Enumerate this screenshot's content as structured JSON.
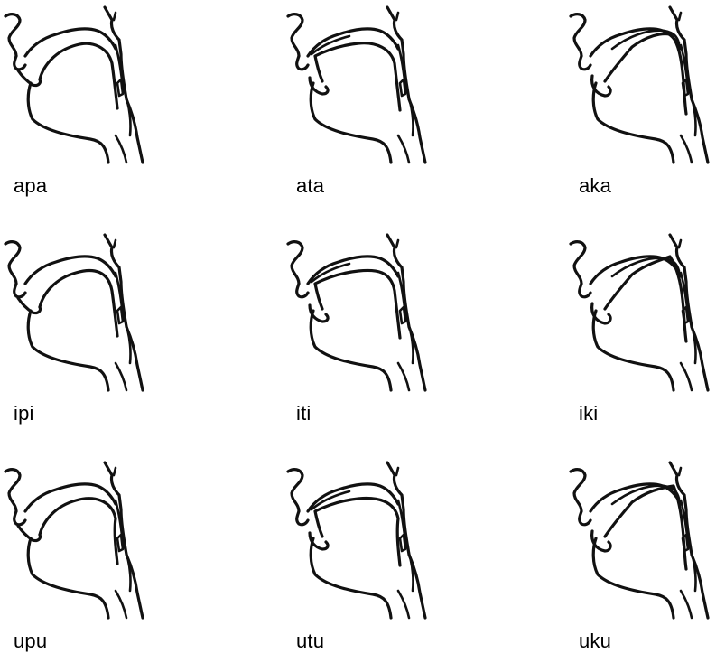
{
  "panels": [
    {
      "label": "apa",
      "articulation": "labial",
      "vowel": "a"
    },
    {
      "label": "ata",
      "articulation": "alveolar",
      "vowel": "a"
    },
    {
      "label": "aka",
      "articulation": "velar",
      "vowel": "a"
    },
    {
      "label": "ipi",
      "articulation": "labial",
      "vowel": "i"
    },
    {
      "label": "iti",
      "articulation": "alveolar",
      "vowel": "i"
    },
    {
      "label": "iki",
      "articulation": "velar",
      "vowel": "i"
    },
    {
      "label": "upu",
      "articulation": "labial",
      "vowel": "u"
    },
    {
      "label": "utu",
      "articulation": "alveolar",
      "vowel": "u"
    },
    {
      "label": "uku",
      "articulation": "velar",
      "vowel": "u"
    }
  ],
  "colors": {
    "stroke": "#111111",
    "background": "#ffffff"
  }
}
